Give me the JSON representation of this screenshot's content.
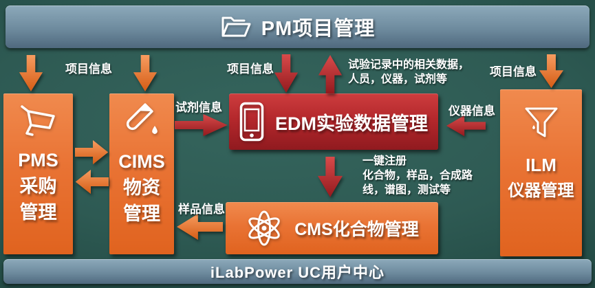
{
  "top_bar": {
    "title": "PM项目管理"
  },
  "bottom_bar": {
    "title": "iLabPower UC用户中心"
  },
  "modules": {
    "pms": {
      "line1": "PMS",
      "line2": "采购",
      "line3": "管理"
    },
    "cims": {
      "line1": "CIMS",
      "line2": "物资",
      "line3": "管理"
    },
    "ilm": {
      "line1": "ILM",
      "line2": "仪器管理"
    },
    "edm": {
      "label": "EDM实验数据管理"
    },
    "cms": {
      "label": "CMS化合物管理"
    }
  },
  "labels": {
    "project_info_left": "项目信息",
    "project_info_center": "项目信息",
    "project_info_right": "项目信息",
    "exp_record_line1": "试验记录中的相关数据，",
    "exp_record_line2": "人员，仪器，试剂等",
    "reagent_info": "试剂信息",
    "instrument_info": "仪器信息",
    "sample_info": "样品信息",
    "one_click_line1": "一键注册",
    "one_click_line2": "化合物，样品，合成路",
    "one_click_line3": "线，谱图，测试等"
  },
  "colors": {
    "background_teal": "#2e5a53",
    "box_orange": "#e87132",
    "box_red": "#b4282c",
    "bar_bluegray": "#6e8b9e",
    "arrow_orange": "#e06a22",
    "arrow_red": "#b02428",
    "text_white": "#ffffff"
  }
}
